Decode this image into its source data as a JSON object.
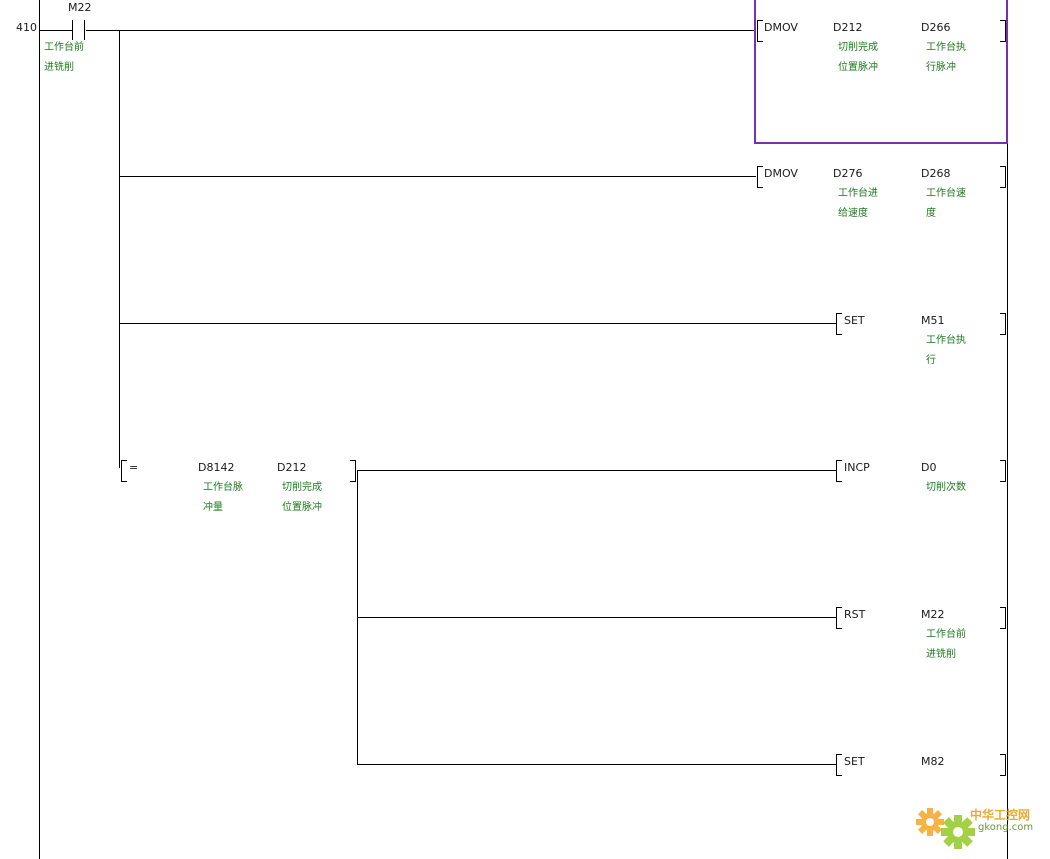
{
  "rung": {
    "step": "410"
  },
  "contact": {
    "device": "M22",
    "comment_line1": "工作台前",
    "comment_line2": "进铣削"
  },
  "instructions": [
    {
      "op": "DMOV",
      "src": "D212",
      "src_c1": "切削完成",
      "src_c2": "位置脉冲",
      "dst": "D266",
      "dst_c1": "工作台执",
      "dst_c2": "行脉冲"
    },
    {
      "op": "DMOV",
      "src": "D276",
      "src_c1": "工作台进",
      "src_c2": "给速度",
      "dst": "D268",
      "dst_c1": "工作台速",
      "dst_c2": "度"
    },
    {
      "op": "SET",
      "dst": "M51",
      "dst_c1": "工作台执",
      "dst_c2": "行"
    },
    {
      "op": "INCP",
      "dst": "D0",
      "dst_c1": "切削次数",
      "dst_c2": ""
    },
    {
      "op": "RST",
      "dst": "M22",
      "dst_c1": "工作台前",
      "dst_c2": "进铣削"
    },
    {
      "op": "SET",
      "dst": "M82",
      "dst_c1": "",
      "dst_c2": ""
    }
  ],
  "compare": {
    "op": "=",
    "s1": "D8142",
    "s1_c1": "工作台脉",
    "s1_c2": "冲量",
    "s2": "D212",
    "s2_c1": "切削完成",
    "s2_c2": "位置脉冲"
  },
  "watermark": {
    "brand": "中华工控网",
    "domain": "gkong.com"
  },
  "colors": {
    "comment": "#1f7a1f",
    "selection": "#7a2fb0",
    "line": "#000000"
  }
}
